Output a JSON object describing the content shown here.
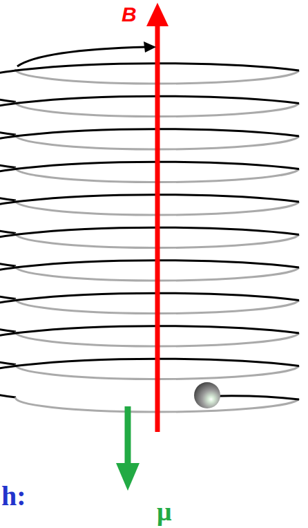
{
  "diagram": {
    "labels": [
      "B",
      "μ",
      "h:"
    ]
  }
}
